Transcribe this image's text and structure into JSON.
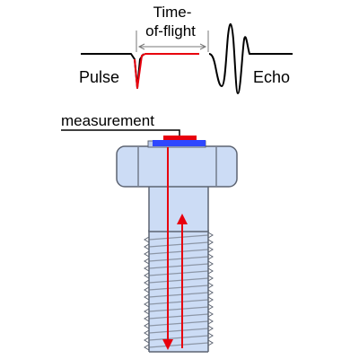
{
  "labels": {
    "time_of_flight_line1": "Time-",
    "time_of_flight_line2": "of-flight",
    "pulse": "Pulse",
    "echo": "Echo",
    "measurement": "measurement"
  },
  "colors": {
    "signal": "#000000",
    "pulse_highlight": "#e8000d",
    "sound_path": "#e8000d",
    "transducer": "#2e47ff",
    "transducer_contact": "#e8000d",
    "bolt_fill": "#ccdcf5",
    "bolt_outline": "#5d6472",
    "thread_line": "#8c96a6",
    "tof_bracket": "#777777"
  },
  "icons": {
    "sound_path_forward": "arrow-down-icon",
    "sound_path_return": "arrow-up-icon"
  }
}
